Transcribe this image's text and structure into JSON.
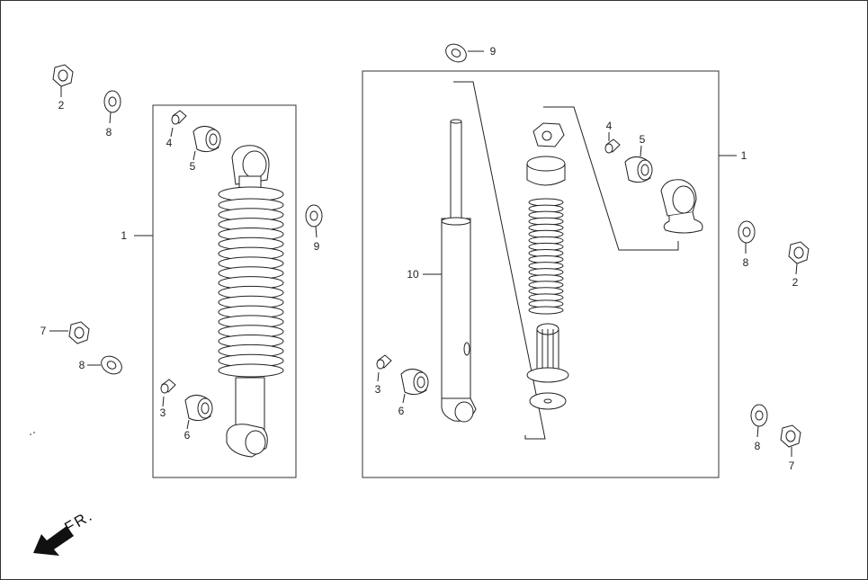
{
  "diagram": {
    "direction_label": "FR.",
    "callouts": {
      "left_assembly": "1",
      "right_assembly": "1",
      "nut_top_left": "2",
      "nut_right": "2",
      "bolt_left_bottom": "3",
      "bolt_right_bottom": "3",
      "pin_left_top": "4",
      "pin_right_top": "4",
      "bush_left_top": "5",
      "bush_right_top": "5",
      "bush_left_bottom": "6",
      "bush_right_bottom": "6",
      "nut_left_mid": "7",
      "nut_right_bottom": "7",
      "washer_top_left": "8",
      "washer_left_mid": "8",
      "washer_right_mid": "8",
      "washer_right_bottom": "8",
      "washer_mid": "9",
      "washer_top_center": "9",
      "damper": "10"
    }
  }
}
